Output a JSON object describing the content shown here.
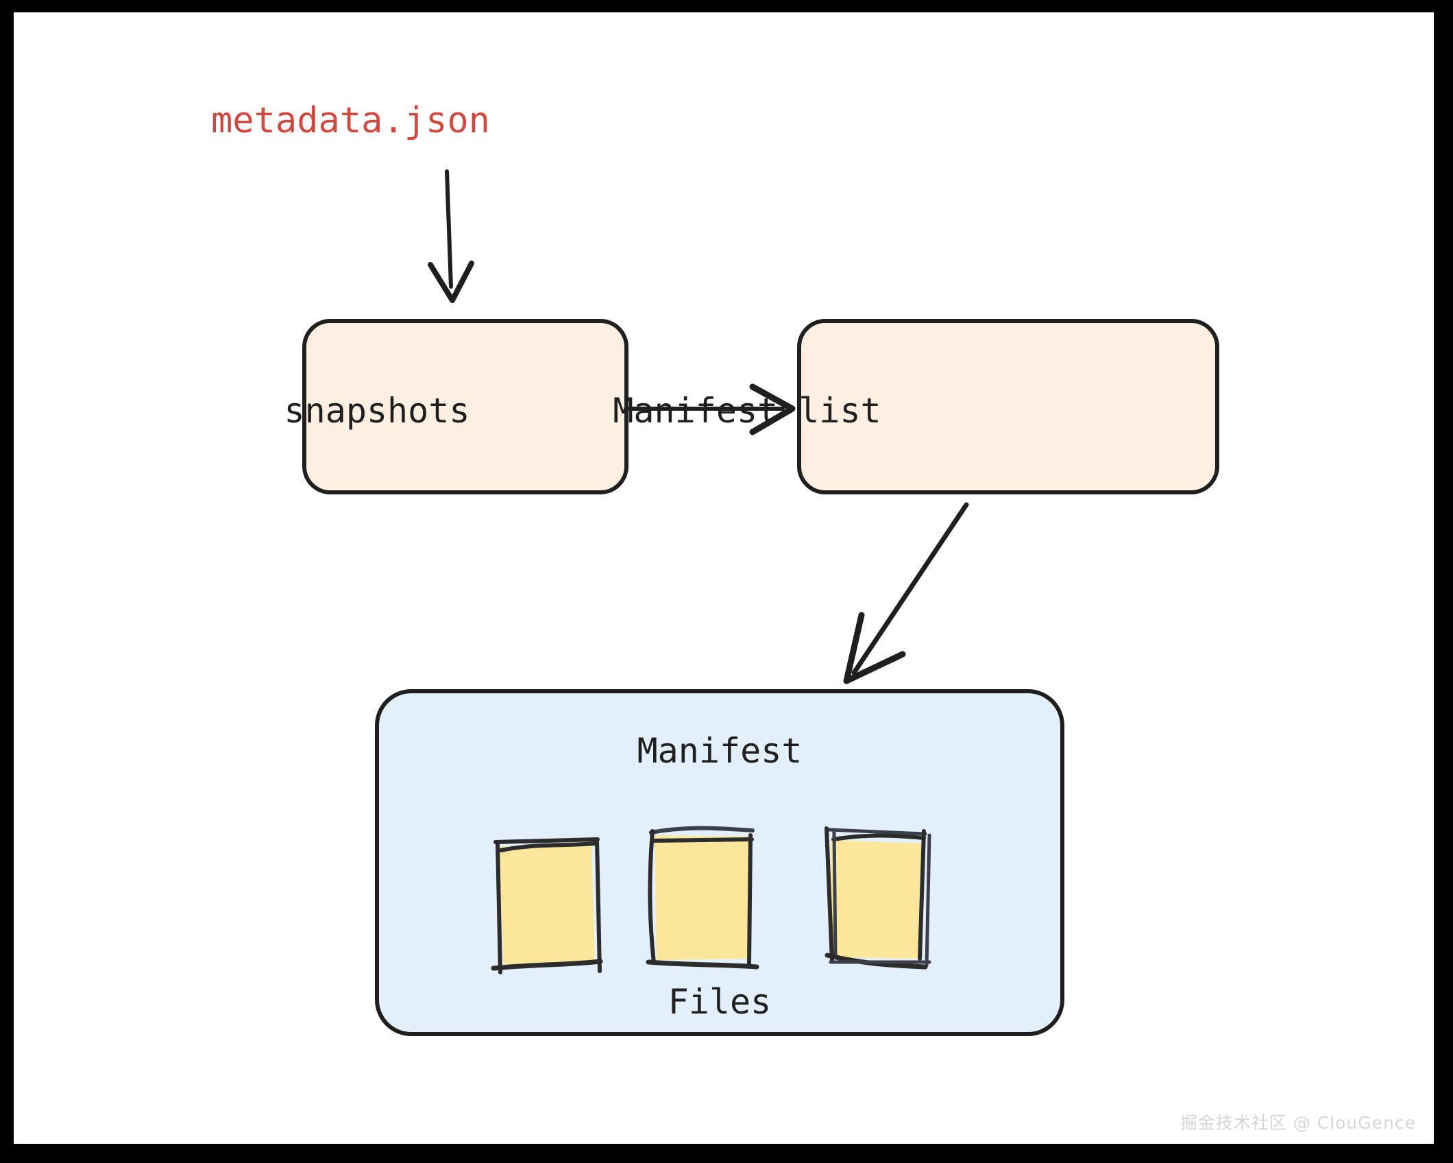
{
  "diagram": {
    "title_text": "metadata.json",
    "background_color": "#000000",
    "canvas_color": "#ffffff",
    "nodes": {
      "metadata": {
        "label": "metadata.json",
        "color": "#cf4b42",
        "shape": "text"
      },
      "snapshots": {
        "label": "snapshots",
        "fill": "#fdf0e3",
        "stroke": "#1f1f1f",
        "shape": "rounded-rect"
      },
      "manifest_list": {
        "label": "Manifest list",
        "fill": "#fdf0e3",
        "stroke": "#1f1f1f",
        "shape": "rounded-rect"
      },
      "manifest": {
        "label": "Manifest",
        "fill": "#e3effa",
        "stroke": "#1f1f1f",
        "shape": "rounded-rect"
      },
      "files": {
        "label": "Files",
        "fill": "#fae79b",
        "stroke": "#2a2a2a",
        "count": 3,
        "shape": "sketch-rect"
      }
    },
    "edges": [
      {
        "from": "metadata",
        "to": "snapshots",
        "direction": "down",
        "style": "solid-arrow"
      },
      {
        "from": "snapshots",
        "to": "manifest_list",
        "direction": "right",
        "style": "solid-arrow"
      },
      {
        "from": "manifest_list",
        "to": "manifest",
        "direction": "diagonal-down-left",
        "style": "solid-arrow"
      }
    ]
  },
  "watermark": {
    "text": "掘金技术社区 @ ClouGence",
    "color": "#d6d6d6"
  }
}
